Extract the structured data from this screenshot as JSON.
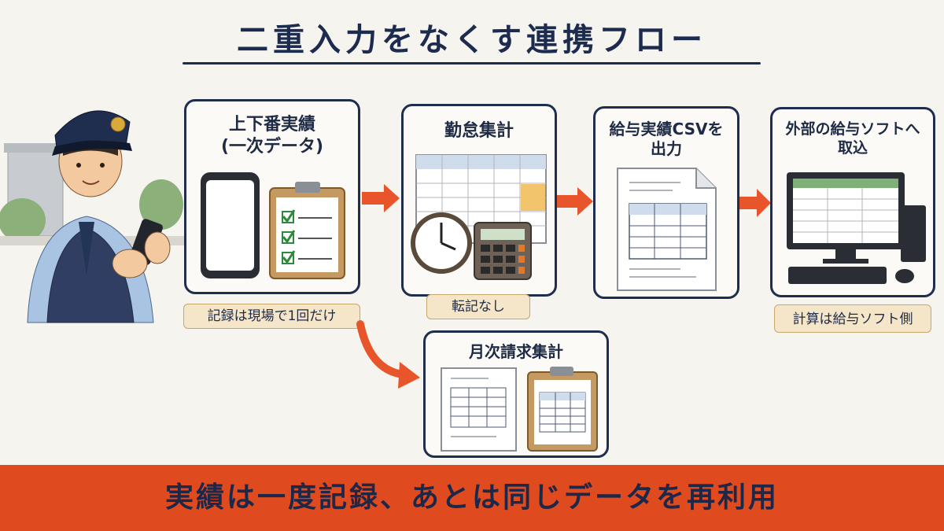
{
  "title": "二重入力をなくす連携フロー",
  "steps": [
    {
      "line1": "上下番実績",
      "line2": "(一次データ)",
      "note": "記録は現場で1回だけ"
    },
    {
      "line1": "勤怠集計",
      "note": "転記なし"
    },
    {
      "line1": "給与実績CSVを",
      "line2": "出力"
    },
    {
      "line1": "外部の給与ソフトへ",
      "line2": "取込",
      "note": "計算は給与ソフト側"
    }
  ],
  "branch": {
    "title": "月次請求集計"
  },
  "footer": "実績は一度記録、あとは同じデータを再利用",
  "colors": {
    "navy": "#1f2d4e",
    "arrow": "#e8552a",
    "footer_bg": "#e04a1f",
    "note_bg": "#f5e6c9"
  }
}
